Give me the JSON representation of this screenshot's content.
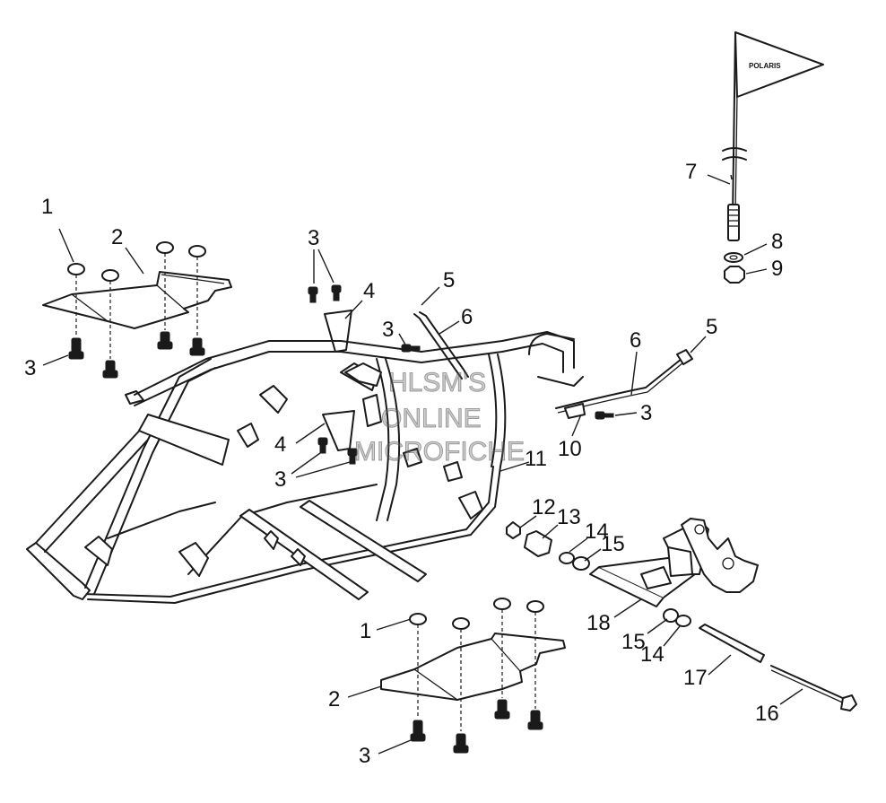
{
  "diagram": {
    "callouts": {
      "c1a": "1",
      "c2a": "2",
      "c3a": "3",
      "c3b": "3",
      "c4a": "4",
      "c5a": "5",
      "c3c": "3",
      "c6a": "6",
      "c7": "7",
      "c8": "8",
      "c9": "9",
      "c6b": "6",
      "c5b": "5",
      "c3d": "3",
      "c10": "10",
      "c11": "11",
      "c4b": "4",
      "c3e": "3",
      "c12": "12",
      "c13": "13",
      "c14a": "14",
      "c15a": "15",
      "c18": "18",
      "c15b": "15",
      "c14b": "14",
      "c17": "17",
      "c16": "16",
      "c1b": "1",
      "c2b": "2",
      "c3f": "3"
    },
    "flag_label": "POLARIS",
    "watermark": [
      "HLSM'S",
      "ONLINE",
      "MICROFICHE"
    ]
  }
}
